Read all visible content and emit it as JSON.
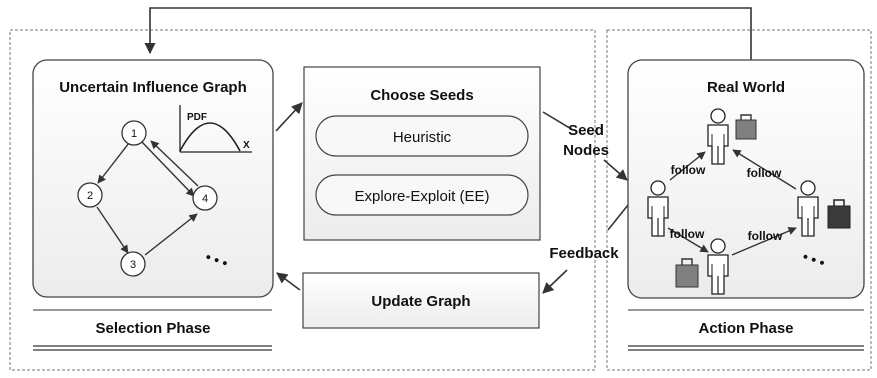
{
  "diagram": {
    "selection_phase": {
      "label": "Selection Phase",
      "graph_box": {
        "title": "Uncertain Influence Graph",
        "nodes": [
          "1",
          "2",
          "3",
          "4"
        ],
        "pdf_label": "PDF",
        "x_label": "X",
        "ellipsis": "• • •"
      },
      "choose_seeds": {
        "title": "Choose Seeds",
        "options": [
          "Heuristic",
          "Explore-Exploit (EE)"
        ]
      },
      "update_graph": {
        "title": "Update Graph"
      }
    },
    "action_phase": {
      "label": "Action Phase",
      "real_world": {
        "title": "Real World",
        "edge_label": "follow",
        "ellipsis": "• • •"
      }
    },
    "arrows": {
      "seed_nodes": [
        "Seed",
        "Nodes"
      ],
      "feedback": "Feedback"
    },
    "colors": {
      "bag": "#808080",
      "bag_dark": "#555555",
      "box_fill": "#f3f3f3"
    }
  }
}
